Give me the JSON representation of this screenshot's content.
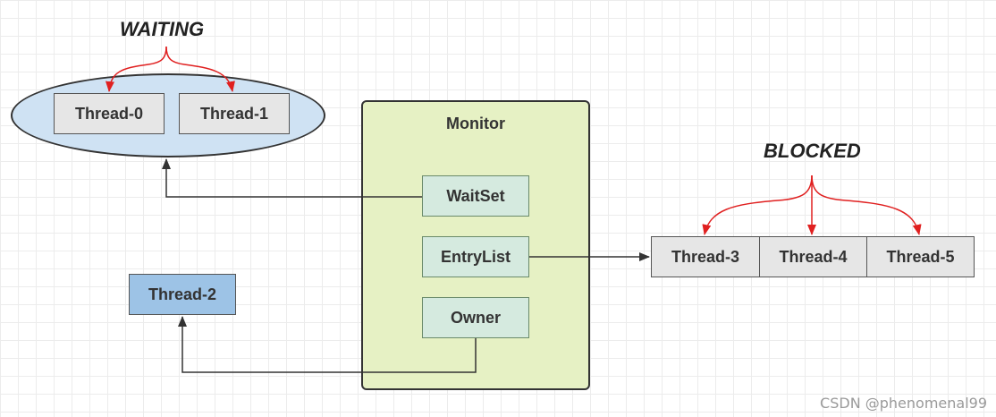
{
  "states": {
    "waiting": "WAITING",
    "blocked": "BLOCKED"
  },
  "monitor": {
    "title": "Monitor",
    "wait_set": "WaitSet",
    "entry_list": "EntryList",
    "owner": "Owner"
  },
  "threads": {
    "t0": "Thread-0",
    "t1": "Thread-1",
    "t2": "Thread-2",
    "t3": "Thread-3",
    "t4": "Thread-4",
    "t5": "Thread-5"
  },
  "watermark": "CSDN @phenomenal99",
  "colors": {
    "waiting_ellipse": "#cfe2f3",
    "monitor_panel": "#e6f1c4",
    "monitor_item": "#d5eadf",
    "thread_gray": "#e6e6e6",
    "thread_blue": "#9dc3e6",
    "red_arrow": "#e02020"
  }
}
